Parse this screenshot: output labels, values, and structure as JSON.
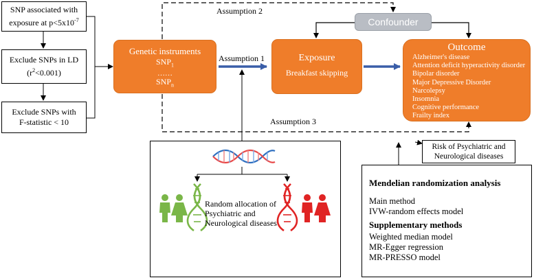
{
  "left_steps": [
    {
      "line1": "SNP associated with",
      "line2_prefix": "exposure at p<5x10",
      "line2_sup": "-7"
    },
    {
      "line1": "Exclude SNPs in LD",
      "line2_open": "(r",
      "line2_sup": "2",
      "line2_close": "<0.001)"
    },
    {
      "line1": "Exclude SNPs with",
      "line2": "F-statistic < 10"
    }
  ],
  "genetic_instruments": {
    "title": "Genetic instruments",
    "snp_base": "SNP",
    "snp_first_sub": "1",
    "dots": "……",
    "snp_last_sub": "n"
  },
  "assumptions": {
    "a1": "Assumption 1",
    "a2": "Assumption 2",
    "a3": "Assumption 3"
  },
  "confounder": "Confounder",
  "exposure": {
    "title": "Exposure",
    "item": "Breakfast skipping"
  },
  "outcome": {
    "title": "Outcome",
    "items": [
      "Alzheimer's disease",
      "Attention deficit hyperactivity disorder",
      "Bipolar disorder",
      "Major Depressive Disorder",
      "Narcolepsy",
      "Insomnia",
      "Cognitive performance",
      "Frailty index"
    ]
  },
  "risk_box": {
    "line1": "Risk of Psychiatric and",
    "line2": "Neurological diseases"
  },
  "random_allocation": {
    "line1": "Random allocation of",
    "line2": "Psychiatric and",
    "line3": "Neurological diseases"
  },
  "mr_analysis": {
    "title": "Mendelian randomization analysis",
    "main_label": "Main method",
    "main_value": "IVW-random effects model",
    "supp_title": "Supplementary methods",
    "supp_items": [
      "Weighted median model",
      "MR-Egger regression",
      "MR-PRESSO model"
    ]
  },
  "colors": {
    "orange": "#ef7d2a",
    "blue_arrow": "#3a5ea8",
    "confounder_fill": "#b9bdc4",
    "people_green": "#7ab648",
    "people_red": "#e02424"
  },
  "icons": [
    "dna-icon-blue",
    "dna-icon-green",
    "dna-icon-red",
    "person-icon-green",
    "person-icon-red"
  ]
}
